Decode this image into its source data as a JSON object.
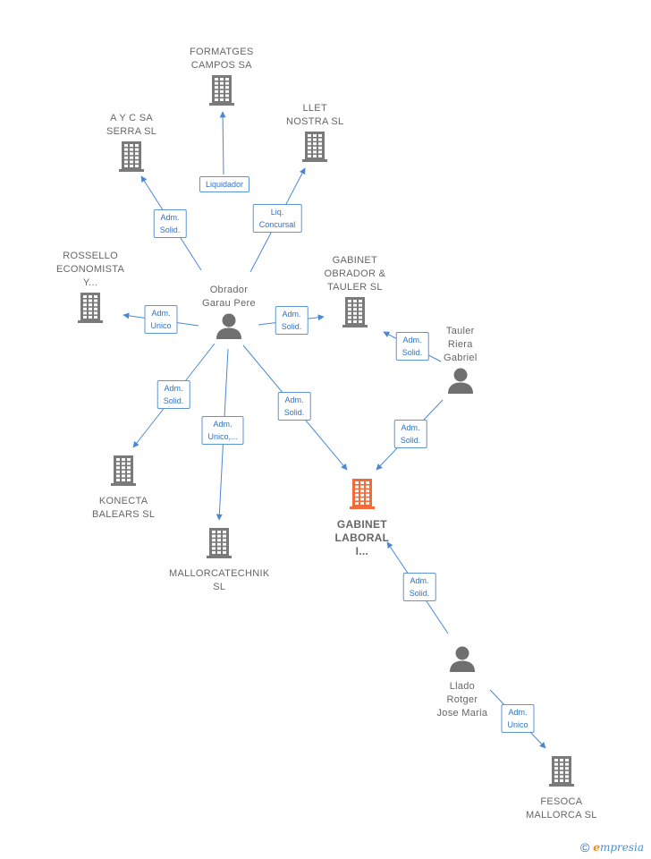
{
  "colors": {
    "edge": "#4a88d6",
    "building": "#7a7a7a",
    "focus": "#f26b3a",
    "person": "#6f6f6f"
  },
  "nodes": [
    {
      "id": "formatges",
      "type": "company",
      "label": "FORMATGES\nCAMPOS SA",
      "icon": "building-icon"
    },
    {
      "id": "ayc",
      "type": "company",
      "label": "A Y C SA\nSERRA SL",
      "icon": "building-icon"
    },
    {
      "id": "llet",
      "type": "company",
      "label": "LLET\nNOSTRA SL",
      "icon": "building-icon"
    },
    {
      "id": "rossello",
      "type": "company",
      "label": "ROSSELLO\nECONOMISTA\nY...",
      "icon": "building-icon"
    },
    {
      "id": "obrador",
      "type": "person",
      "label": "Obrador\nGarau Pere",
      "icon": "person-icon"
    },
    {
      "id": "gabinet_ot",
      "type": "company",
      "label": "GABINET\nOBRADOR &\nTAULER  SL",
      "icon": "building-icon"
    },
    {
      "id": "tauler",
      "type": "person",
      "label": "Tauler\nRiera\nGabriel",
      "icon": "person-icon"
    },
    {
      "id": "konecta",
      "type": "company",
      "label": "KONECTA\nBALEARS  SL",
      "icon": "building-icon"
    },
    {
      "id": "mallorcatechnik",
      "type": "company",
      "label": "MALLORCATECHNIK\nSL",
      "icon": "building-icon"
    },
    {
      "id": "gabinet_laboral",
      "type": "focus",
      "label": "GABINET\nLABORAL\nI...",
      "icon": "building-icon"
    },
    {
      "id": "llado",
      "type": "person",
      "label": "Llado\nRotger\nJose Maria",
      "icon": "person-icon"
    },
    {
      "id": "fesoca",
      "type": "company",
      "label": "FESOCA\nMALLORCA  SL",
      "icon": "building-icon"
    }
  ],
  "edges": [
    {
      "from": "obrador",
      "to": "formatges",
      "label": "Liquidador"
    },
    {
      "from": "obrador",
      "to": "ayc",
      "label": "Adm.\nSolid."
    },
    {
      "from": "obrador",
      "to": "llet",
      "label": "Liq.\nConcursal"
    },
    {
      "from": "obrador",
      "to": "rossello",
      "label": "Adm.\nUnico"
    },
    {
      "from": "obrador",
      "to": "gabinet_ot",
      "label": "Adm.\nSolid."
    },
    {
      "from": "obrador",
      "to": "konecta",
      "label": "Adm.\nSolid."
    },
    {
      "from": "obrador",
      "to": "mallorcatechnik",
      "label": "Adm.\nUnico,..."
    },
    {
      "from": "obrador",
      "to": "gabinet_laboral",
      "label": "Adm.\nSolid."
    },
    {
      "from": "tauler",
      "to": "gabinet_ot",
      "label": "Adm.\nSolid."
    },
    {
      "from": "tauler",
      "to": "gabinet_laboral",
      "label": "Adm.\nSolid."
    },
    {
      "from": "llado",
      "to": "gabinet_laboral",
      "label": "Adm.\nSolid."
    },
    {
      "from": "llado",
      "to": "fesoca",
      "label": "Adm.\nUnico"
    }
  ],
  "brand": {
    "copyright": "©",
    "initial": "e",
    "name": "mpresia"
  }
}
